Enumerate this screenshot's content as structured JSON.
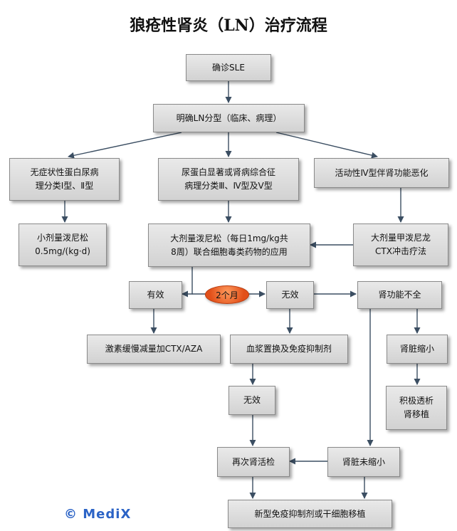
{
  "title": "狼疮性肾炎（LN）治疗流程",
  "nodes": {
    "confirm_sle": "确诊SLE",
    "classify": "明确LN分型（临床、病理）",
    "type_1_2": "无症状性蛋白尿病\n理分类Ⅰ型、Ⅱ型",
    "type_3_4_5": "尿蛋白显著或肾病综合征\n病理分类Ⅲ、Ⅳ型及Ⅴ型",
    "type_4_active": "活动性Ⅳ型伴肾功能恶化",
    "low_dose_pred": "小剂量泼尼松\n0.5mg/(kg·d)",
    "high_dose_pred": "大剂量泼尼松（每日1mg/kg共\n8周）联合细胞毒类药物的应用",
    "pulse_therapy": "大剂量甲泼尼龙\nCTX冲击疗法",
    "effective": "有效",
    "ineffective": "无效",
    "renal_insufficiency": "肾功能不全",
    "taper": "激素缓慢减量加CTX/AZA",
    "plasma_exchange": "血浆置换及免疫抑制剂",
    "kidney_shrunk": "肾脏缩小",
    "ineffective_2": "无效",
    "dialysis": "积极透析\n肾移植",
    "rebiopsy": "再次肾活检",
    "kidney_not_shrunk": "肾脏未缩小",
    "new_therapy": "新型免疫抑制剂或干细胞移植"
  },
  "pill_label": "2个月",
  "logo": "© MediX",
  "colors": {
    "arrow": "#3b4e62",
    "node_border": "#8a8a8a",
    "pill": "#e8561f",
    "logo": "#2b63c6"
  }
}
